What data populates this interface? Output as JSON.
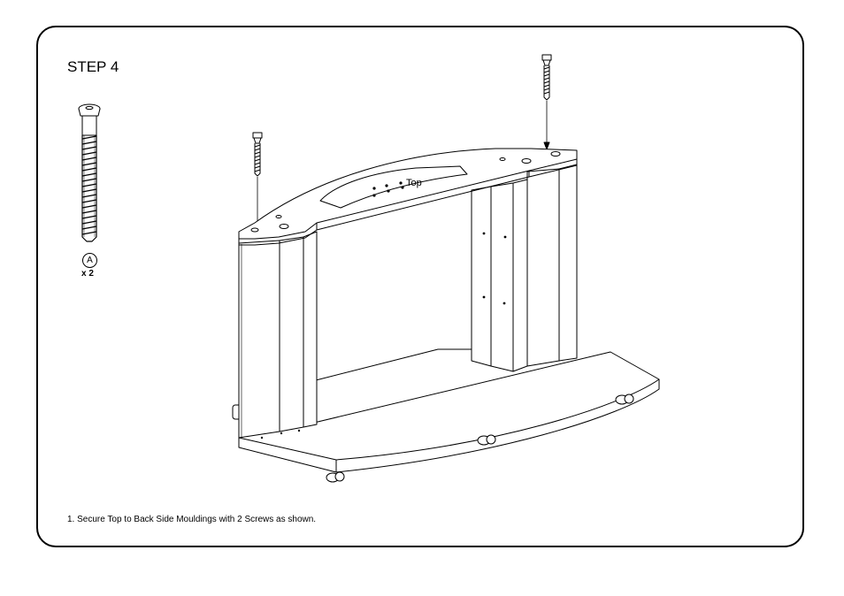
{
  "step": {
    "title": "STEP 4"
  },
  "part": {
    "letter": "A",
    "quantity": "x 2"
  },
  "diagram": {
    "top_label": "Top"
  },
  "instructions": [
    "1. Secure Top to Back Side Mouldings with 2 Screws as shown."
  ]
}
